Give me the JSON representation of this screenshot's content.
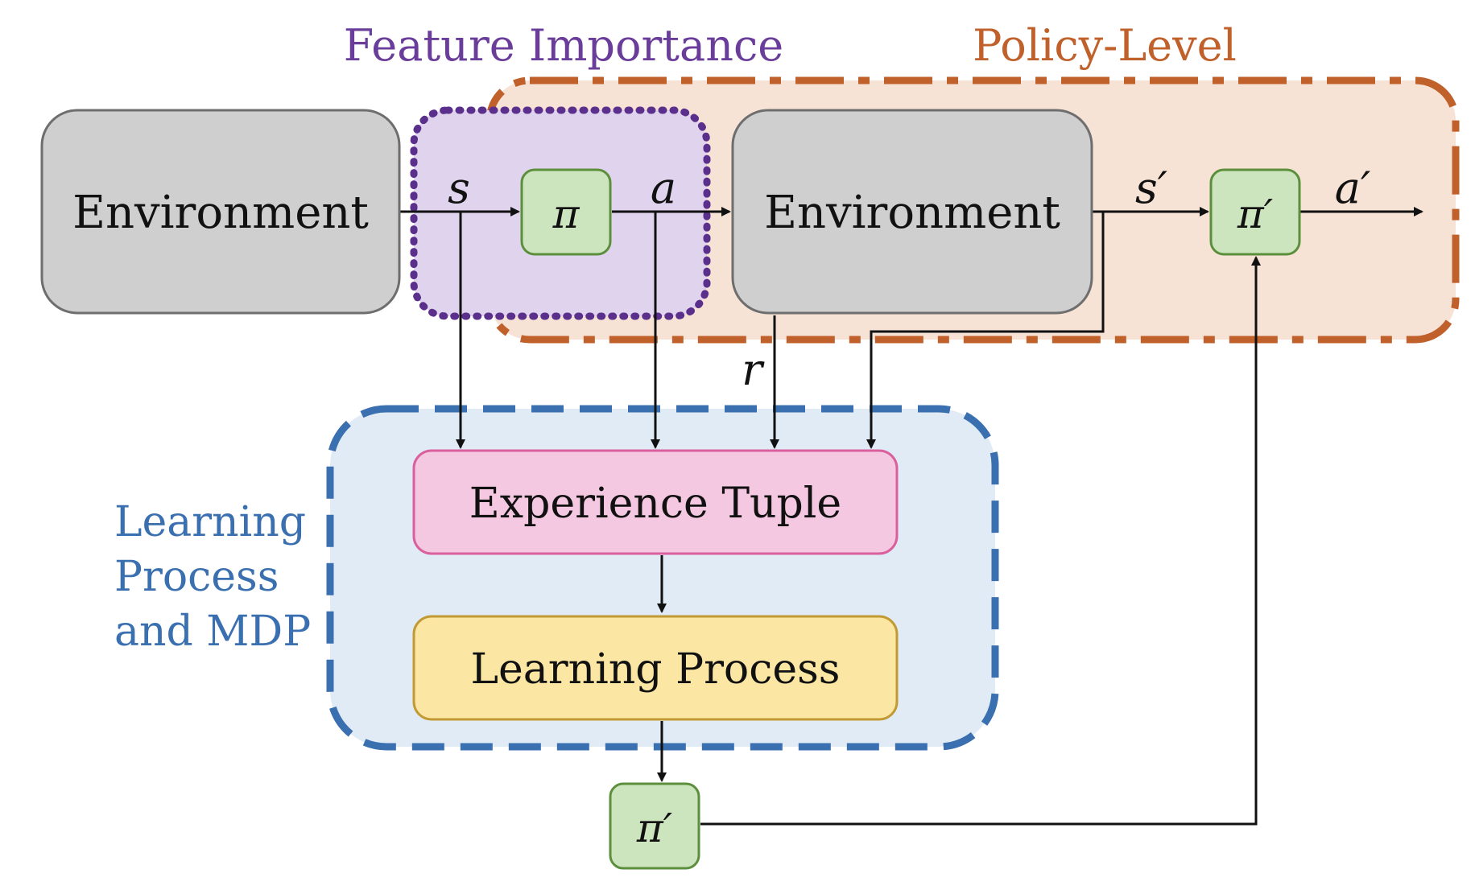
{
  "regions": {
    "feature_importance": {
      "title": "Feature Importance",
      "color": "#6a3d9a",
      "fill": "#e0d3ee"
    },
    "policy_level": {
      "title": "Policy-Level",
      "color": "#c0602a",
      "fill": "#f7e3d6"
    },
    "learning_mdp": {
      "title_lines": [
        "Learning",
        "Process",
        "and MDP"
      ],
      "color": "#3a6fb0",
      "fill": "#e1ebf6"
    }
  },
  "nodes": {
    "env_left": {
      "label": "Environment"
    },
    "env_right": {
      "label": "Environment"
    },
    "policy": {
      "label": "π"
    },
    "policy_prime_top": {
      "label": "π′"
    },
    "policy_prime_bottom": {
      "label": "π′"
    },
    "experience_tuple": {
      "label": "Experience Tuple"
    },
    "learning_process": {
      "label": "Learning Process"
    }
  },
  "edge_labels": {
    "s": "s",
    "a": "a",
    "s_prime": "s′",
    "a_prime": "a′",
    "r": "r"
  },
  "colors": {
    "env_fill": "#d0cfcf",
    "env_stroke": "#6e6e6e",
    "policy_fill": "#cde5bf",
    "policy_stroke": "#5c8f3c",
    "tuple_fill": "#f4c8e0",
    "tuple_stroke": "#d9609d",
    "learn_fill": "#fbe6a3",
    "learn_stroke": "#c29a34",
    "arrow": "#111111"
  }
}
